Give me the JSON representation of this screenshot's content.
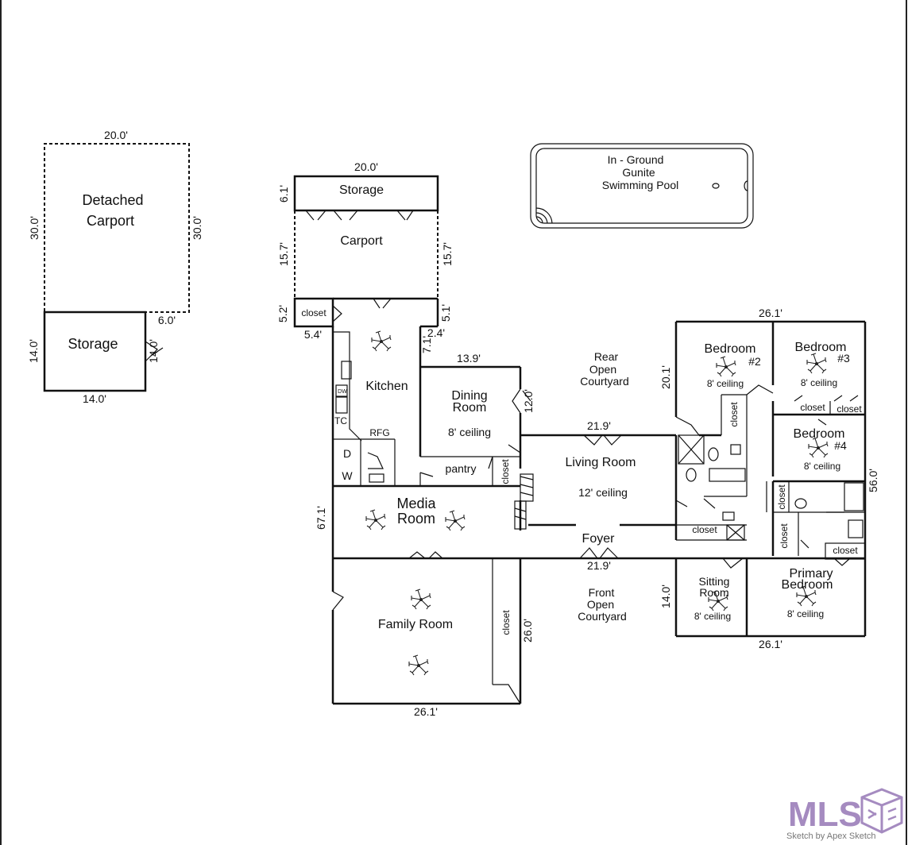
{
  "rooms": {
    "detached_carport": [
      "Detached",
      "Carport"
    ],
    "storage_detached": "Storage",
    "storage_top": "Storage",
    "carport": "Carport",
    "closet_carport": "closet",
    "kitchen": "Kitchen",
    "dining": [
      "Dining",
      "Room"
    ],
    "dining_ceiling": "8' ceiling",
    "pantry": "pantry",
    "closet_dining": "closet",
    "media": [
      "Media",
      "Room"
    ],
    "living": "Living Room",
    "living_ceiling": "12' ceiling",
    "foyer": "Foyer",
    "family": "Family Room",
    "closet_family": "closet",
    "rear_courtyard": [
      "Rear",
      "Open",
      "Courtyard"
    ],
    "front_courtyard": [
      "Front",
      "Open",
      "Courtyard"
    ],
    "bedroom2": "Bedroom",
    "bedroom2_num": "#2",
    "bedroom2_ceiling": "8' ceiling",
    "bedroom3": "Bedroom",
    "bedroom3_num": "#3",
    "bedroom3_ceiling": "8' ceiling",
    "bedroom4": "Bedroom",
    "bedroom4_num": "#4",
    "bedroom4_ceiling": "8' ceiling",
    "closet_b2": "closet",
    "closet_b3a": "closet",
    "closet_b3b": "closet",
    "closet_b4": "closet",
    "closet_hall": "closet",
    "closet_primary": "closet",
    "closet_primary2": "closet",
    "sitting": [
      "Sitting",
      "Room"
    ],
    "sitting_ceiling": "8' ceiling",
    "primary": [
      "Primary",
      "Bedroom"
    ],
    "primary_ceiling": "8' ceiling",
    "pool": [
      "In - Ground",
      "Gunite",
      "Swimming Pool"
    ],
    "dw": "DW",
    "tc": "TC",
    "rfg": "RFG",
    "d": "D",
    "w": "W"
  },
  "dimensions": {
    "det_carport_top": "20.0'",
    "det_carport_left": "30.0'",
    "det_carport_right": "30.0'",
    "det_storage_6": "6.0'",
    "det_storage_left": "14.0'",
    "det_storage_right": "14.0'",
    "det_storage_bottom": "14.0'",
    "storage_top": "20.0'",
    "storage_side": "6.1'",
    "carport_left": "15.7'",
    "carport_right": "15.7'",
    "closet_52": "5.2'",
    "closet_54": "5.4'",
    "dim_51": "5.1'",
    "dim_24": "2.4'",
    "dim_71": "7.1'",
    "dining_top": "13.9'",
    "dining_side": "12.0'",
    "living_top": "21.9'",
    "living_bottom": "21.9'",
    "house_left": "67.1'",
    "family_side": "26.0'",
    "family_bottom": "26.1'",
    "bed_top": "26.1'",
    "bed_side": "20.1'",
    "house_right": "56.0'",
    "sitting_side": "14.0'",
    "primary_bottom": "26.1'"
  },
  "logo": {
    "text": "MLS",
    "credit": "Sketch by Apex Sketch"
  },
  "colors": {
    "logo": "#a58bc0"
  }
}
